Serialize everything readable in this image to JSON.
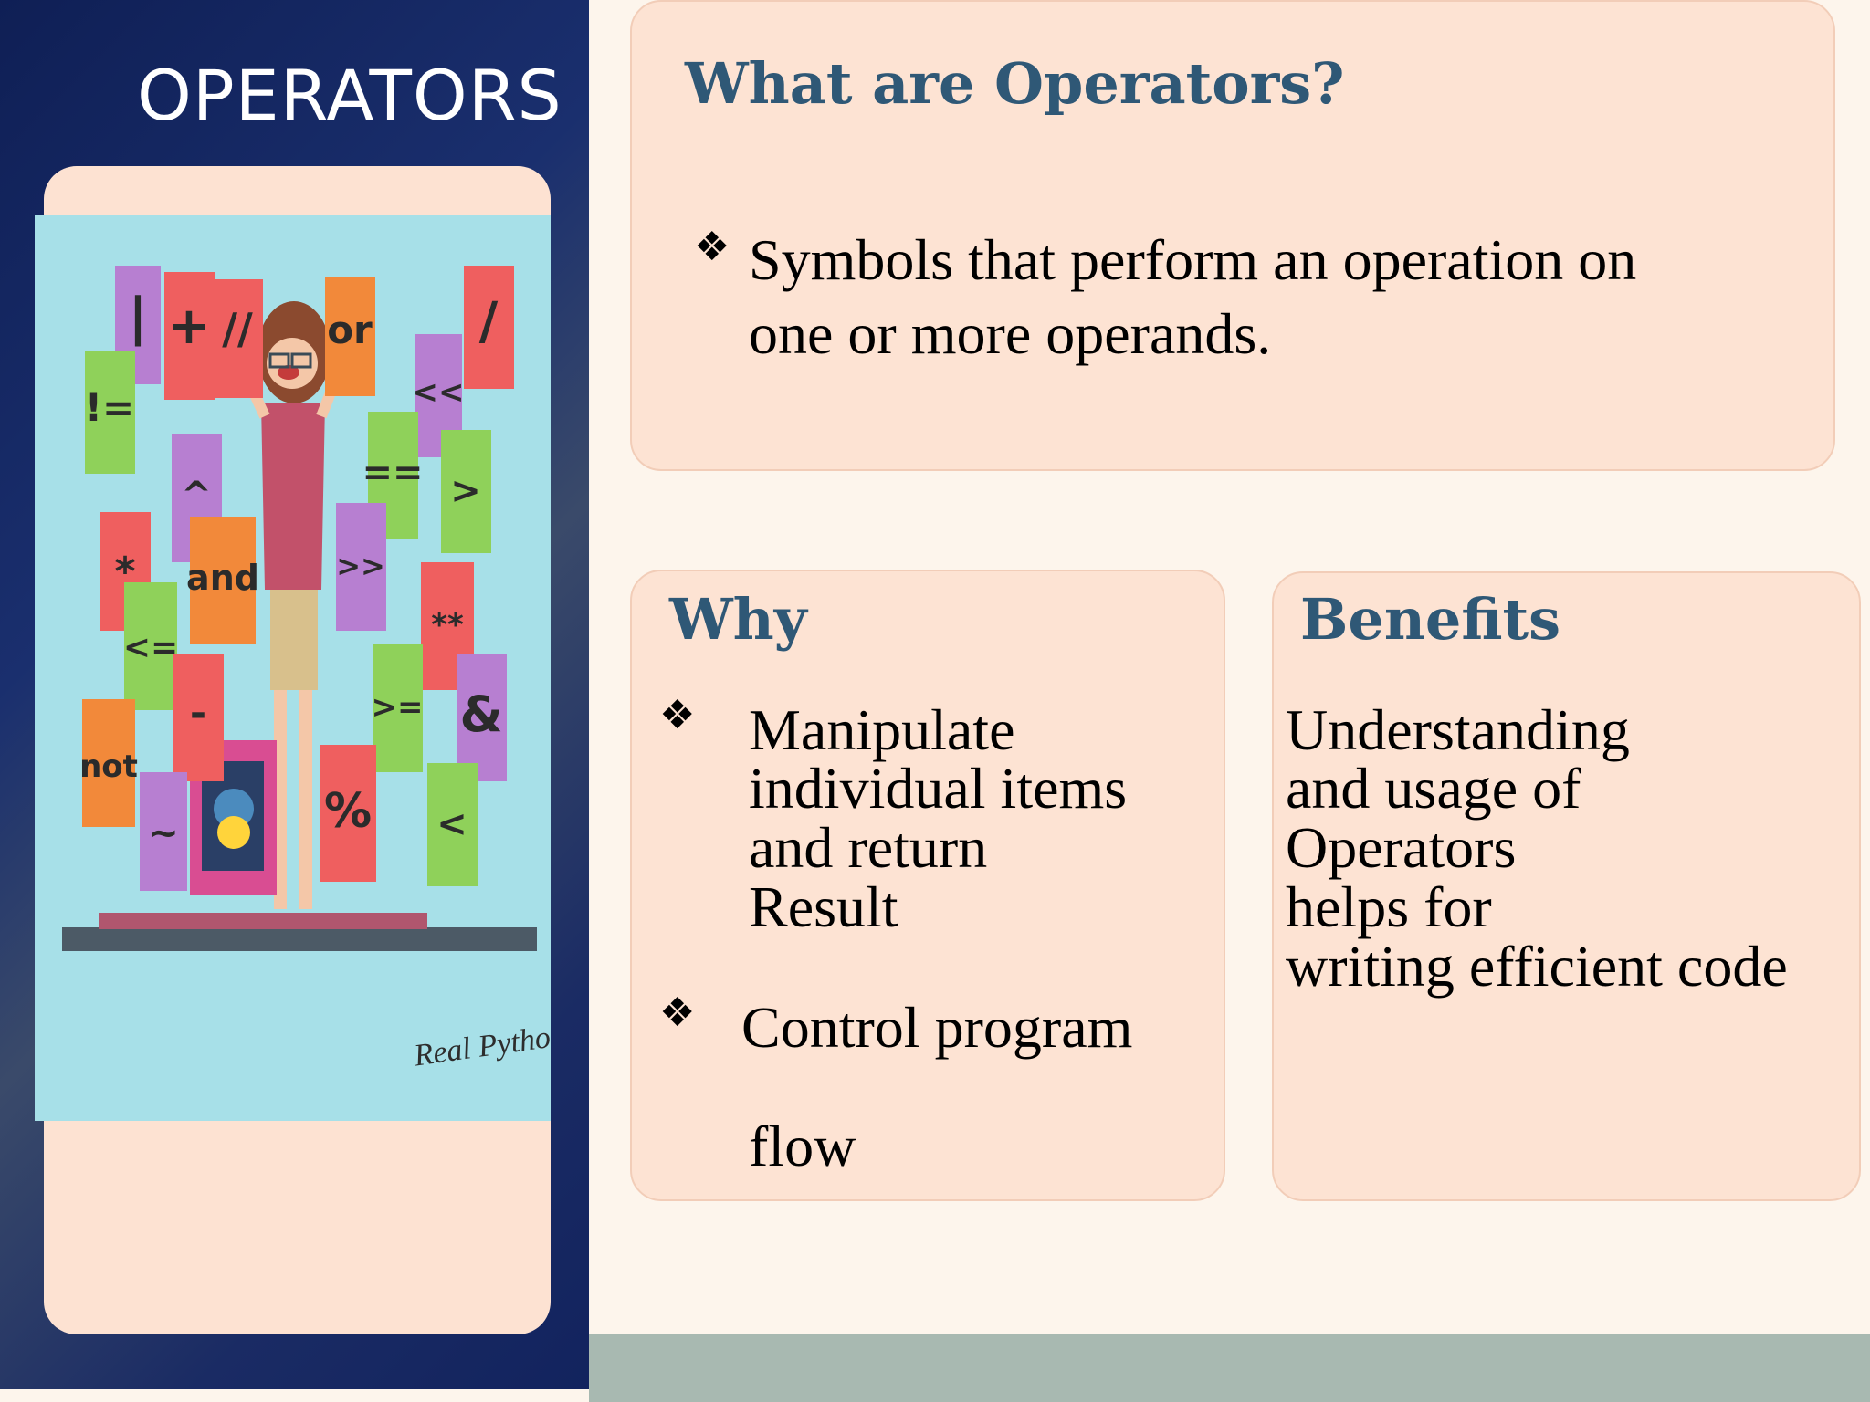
{
  "slide": {
    "left_title": "OPERATORS",
    "illustration": {
      "tiles": [
        "|",
        "+",
        "//",
        "or",
        "/",
        "!=",
        "<<",
        "^",
        "==",
        ">",
        "*",
        "and",
        ">>",
        "**",
        "<=",
        ">=",
        "-",
        "&",
        "not",
        "~",
        "%",
        "<"
      ],
      "signature": "Real Python"
    },
    "what": {
      "heading": "What are Operators?",
      "bullet_glyph": "❖",
      "text_line1": "Symbols that perform an operation on",
      "text_line2": "one or more operands."
    },
    "why": {
      "heading": "Why",
      "bullet_glyph": "❖",
      "item1_lines": [
        "Manipulate",
        "individual items",
        "and return",
        "Result"
      ],
      "item2_line1": "Control program",
      "item2_line2": "flow"
    },
    "benefits": {
      "heading": "Benefits",
      "lines": [
        "Understanding",
        "and usage of",
        "Operators",
        "helps for",
        "writing efficient code"
      ]
    }
  }
}
